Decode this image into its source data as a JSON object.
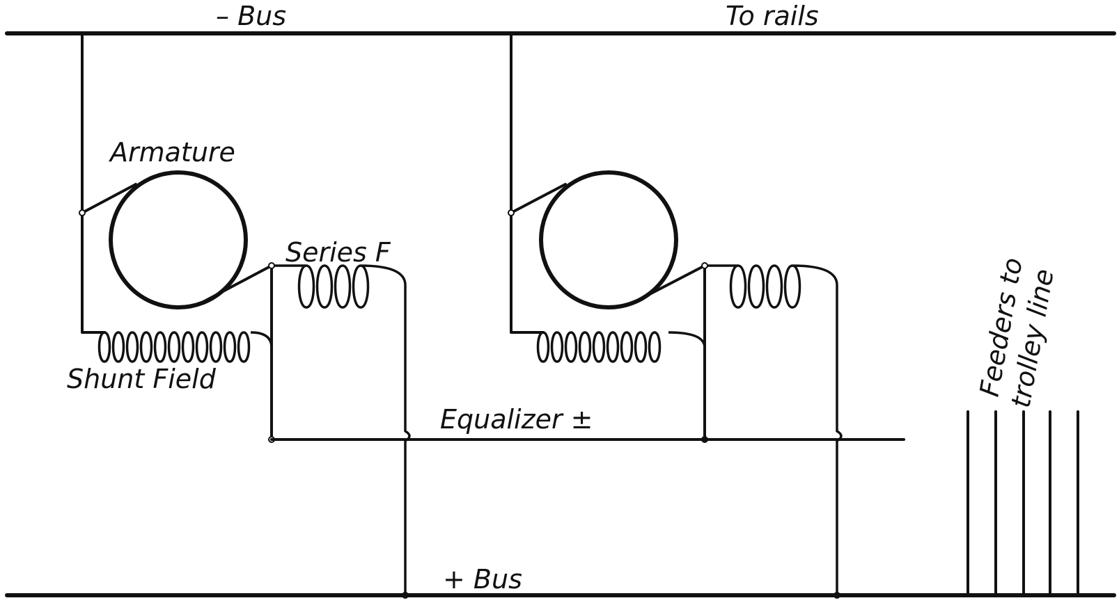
{
  "labels": {
    "neg_bus": "– Bus",
    "to_rails": "To rails",
    "armature": "Armature",
    "series_field": "Series F",
    "shunt_field": "Shunt Field",
    "equalizer": "Equalizer ±",
    "pos_bus": "+ Bus",
    "feeders_line1": "Feeders to",
    "feeders_line2": "trolley line"
  }
}
